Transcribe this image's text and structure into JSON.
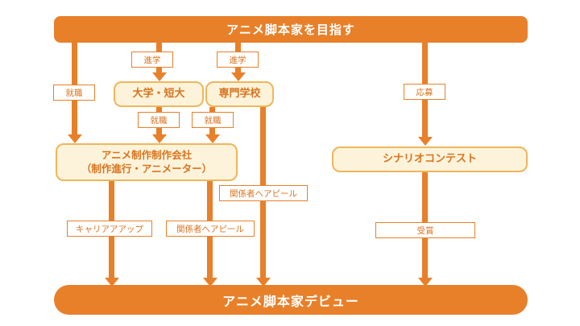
{
  "diagram": {
    "title_top": "アニメ脚本家を目指す",
    "title_bottom": "アニメ脚本家デビュー",
    "colors": {
      "bar_fill": "#E8802A",
      "bar_text": "#FFFFFF",
      "node_fill": "#FDF3DA",
      "node_border": "#EFB65C",
      "node_text": "#D9741F",
      "label_border": "#E8802A",
      "label_text": "#D9741F",
      "connector": "#E8802A",
      "background": "#FFFFFF"
    },
    "nodes": [
      {
        "id": "university",
        "label": "大学・短大"
      },
      {
        "id": "vocational",
        "label": "専門学校"
      },
      {
        "id": "studio",
        "label_line1": "アニメ制作制作会社",
        "label_line2": "（制作進行・アニメーター）"
      },
      {
        "id": "contest",
        "label": "シナリオコンテスト"
      }
    ],
    "edge_labels": [
      {
        "id": "employment-direct",
        "label": "就職"
      },
      {
        "id": "enroll-university",
        "label": "進学"
      },
      {
        "id": "enroll-vocational",
        "label": "進学"
      },
      {
        "id": "apply-contest",
        "label": "応募"
      },
      {
        "id": "employment-univ",
        "label": "就職"
      },
      {
        "id": "employment-voc",
        "label": "就職"
      },
      {
        "id": "appeal-vocational",
        "label": "関係者へアピール"
      },
      {
        "id": "career-up",
        "label": "キャリアアアップ"
      },
      {
        "id": "appeal-studio",
        "label": "関係者へアピール"
      },
      {
        "id": "award",
        "label": "受賞"
      }
    ]
  }
}
